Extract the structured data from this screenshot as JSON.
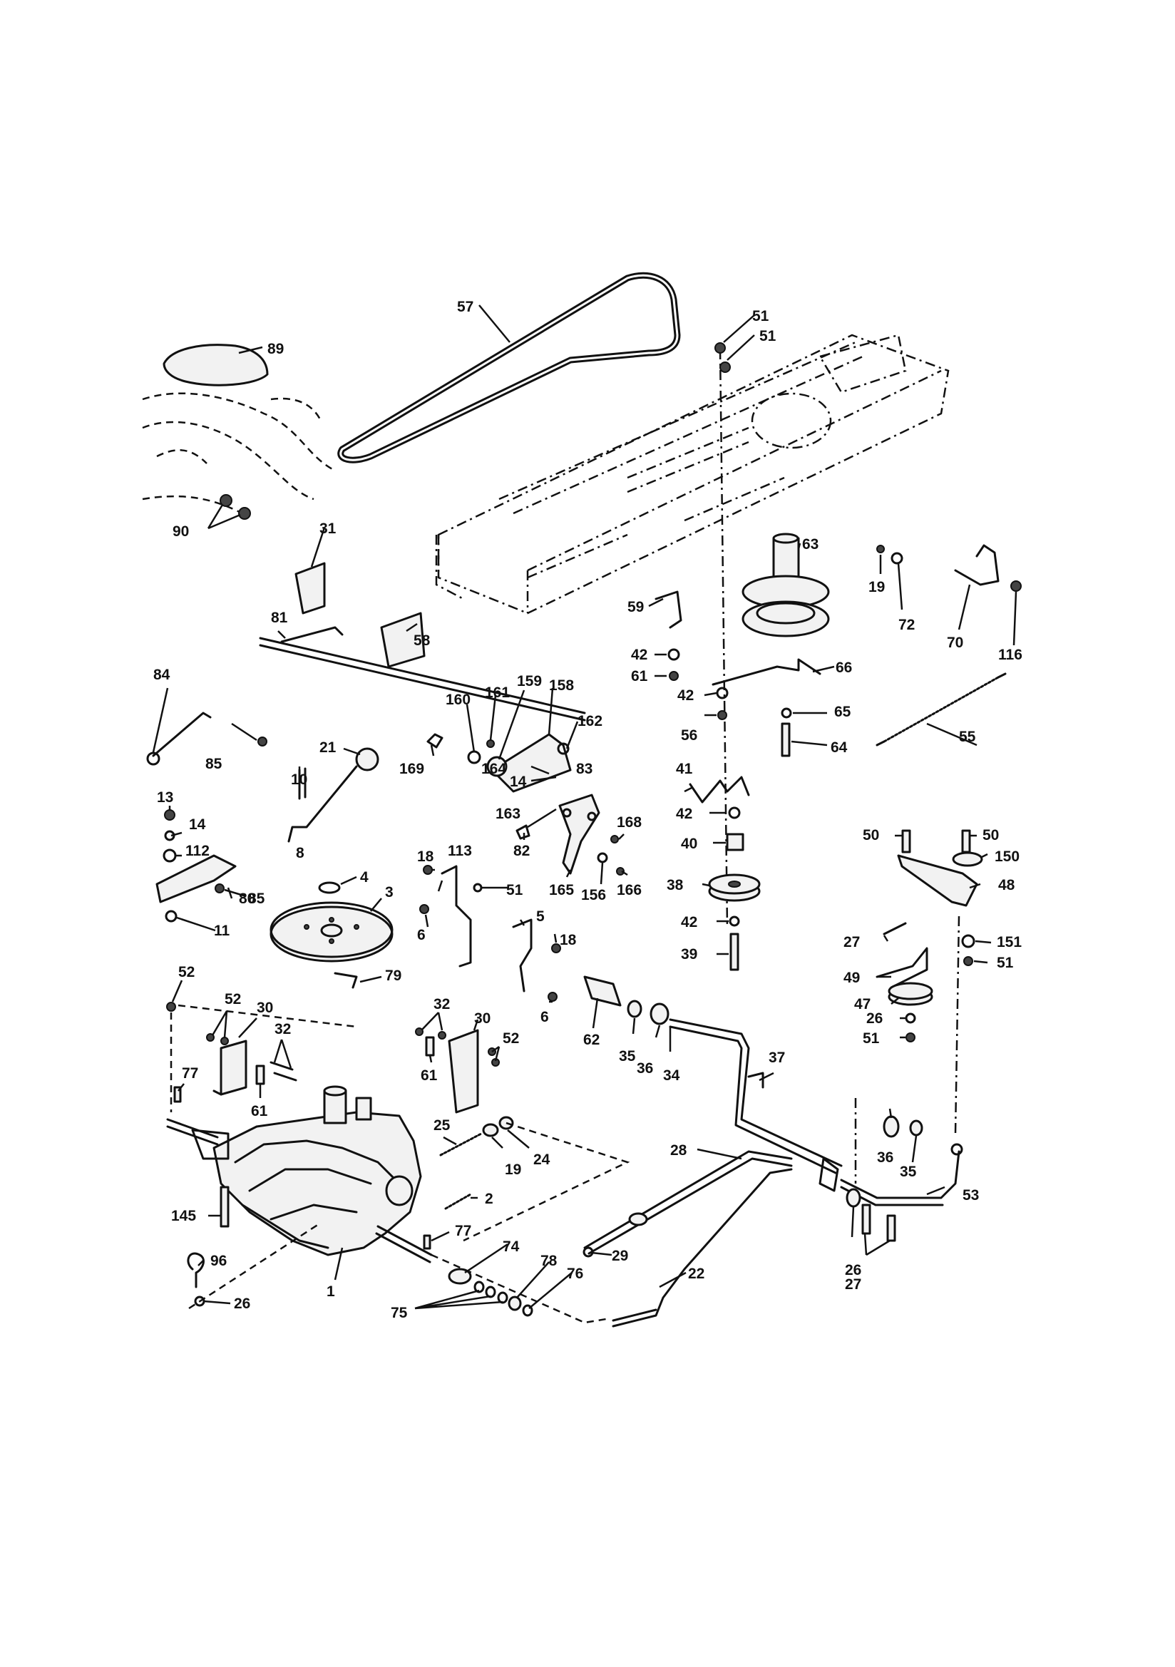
{
  "diagram": {
    "labels": [
      {
        "id": "57",
        "text": "57"
      },
      {
        "id": "89",
        "text": "89"
      },
      {
        "id": "51a",
        "text": "51"
      },
      {
        "id": "51b",
        "text": "51"
      },
      {
        "id": "90",
        "text": "90"
      },
      {
        "id": "31",
        "text": "31"
      },
      {
        "id": "63",
        "text": "63"
      },
      {
        "id": "19a",
        "text": "19"
      },
      {
        "id": "72",
        "text": "72"
      },
      {
        "id": "70",
        "text": "70"
      },
      {
        "id": "116",
        "text": "116"
      },
      {
        "id": "59",
        "text": "59"
      },
      {
        "id": "42a",
        "text": "42"
      },
      {
        "id": "61a",
        "text": "61"
      },
      {
        "id": "81",
        "text": "81"
      },
      {
        "id": "58",
        "text": "58"
      },
      {
        "id": "66",
        "text": "66"
      },
      {
        "id": "84",
        "text": "84"
      },
      {
        "id": "160",
        "text": "160"
      },
      {
        "id": "161",
        "text": "161"
      },
      {
        "id": "159",
        "text": "159"
      },
      {
        "id": "158",
        "text": "158"
      },
      {
        "id": "162",
        "text": "162"
      },
      {
        "id": "42b",
        "text": "42"
      },
      {
        "id": "65",
        "text": "65"
      },
      {
        "id": "55",
        "text": "55"
      },
      {
        "id": "56",
        "text": "56"
      },
      {
        "id": "64",
        "text": "64"
      },
      {
        "id": "85a",
        "text": "85"
      },
      {
        "id": "21",
        "text": "21"
      },
      {
        "id": "169",
        "text": "169"
      },
      {
        "id": "164",
        "text": "164"
      },
      {
        "id": "14a",
        "text": "14"
      },
      {
        "id": "83",
        "text": "83"
      },
      {
        "id": "41",
        "text": "41"
      },
      {
        "id": "10",
        "text": "10"
      },
      {
        "id": "13",
        "text": "13"
      },
      {
        "id": "163",
        "text": "163"
      },
      {
        "id": "168",
        "text": "168"
      },
      {
        "id": "14b",
        "text": "14"
      },
      {
        "id": "42c",
        "text": "42"
      },
      {
        "id": "50a",
        "text": "50"
      },
      {
        "id": "50b",
        "text": "50"
      },
      {
        "id": "112",
        "text": "112"
      },
      {
        "id": "8",
        "text": "8"
      },
      {
        "id": "18a",
        "text": "18"
      },
      {
        "id": "113",
        "text": "113"
      },
      {
        "id": "82",
        "text": "82"
      },
      {
        "id": "150",
        "text": "150"
      },
      {
        "id": "80",
        "text": "80"
      },
      {
        "id": "40",
        "text": "40"
      },
      {
        "id": "4",
        "text": "4"
      },
      {
        "id": "85b",
        "text": "85"
      },
      {
        "id": "165",
        "text": "165"
      },
      {
        "id": "166",
        "text": "166"
      },
      {
        "id": "156",
        "text": "156"
      },
      {
        "id": "38",
        "text": "38"
      },
      {
        "id": "48",
        "text": "48"
      },
      {
        "id": "51c",
        "text": "51"
      },
      {
        "id": "3",
        "text": "3"
      },
      {
        "id": "11",
        "text": "11"
      },
      {
        "id": "5",
        "text": "5"
      },
      {
        "id": "42d",
        "text": "42"
      },
      {
        "id": "6a",
        "text": "6"
      },
      {
        "id": "18b",
        "text": "18"
      },
      {
        "id": "27a",
        "text": "27"
      },
      {
        "id": "151",
        "text": "151"
      },
      {
        "id": "39",
        "text": "39"
      },
      {
        "id": "51d",
        "text": "51"
      },
      {
        "id": "79",
        "text": "79"
      },
      {
        "id": "49",
        "text": "49"
      },
      {
        "id": "52a",
        "text": "52"
      },
      {
        "id": "6b",
        "text": "6"
      },
      {
        "id": "47",
        "text": "47"
      },
      {
        "id": "52b",
        "text": "52"
      },
      {
        "id": "30a",
        "text": "30"
      },
      {
        "id": "32a",
        "text": "32"
      },
      {
        "id": "30b",
        "text": "30"
      },
      {
        "id": "26a",
        "text": "26"
      },
      {
        "id": "32b",
        "text": "32"
      },
      {
        "id": "62",
        "text": "62"
      },
      {
        "id": "52c",
        "text": "52"
      },
      {
        "id": "51e",
        "text": "51"
      },
      {
        "id": "35a",
        "text": "35"
      },
      {
        "id": "36a",
        "text": "36"
      },
      {
        "id": "37",
        "text": "37"
      },
      {
        "id": "77a",
        "text": "77"
      },
      {
        "id": "61b",
        "text": "61"
      },
      {
        "id": "61c",
        "text": "61"
      },
      {
        "id": "34",
        "text": "34"
      },
      {
        "id": "25",
        "text": "25"
      },
      {
        "id": "36b",
        "text": "36"
      },
      {
        "id": "35b",
        "text": "35"
      },
      {
        "id": "28",
        "text": "28"
      },
      {
        "id": "19b",
        "text": "19"
      },
      {
        "id": "24",
        "text": "24"
      },
      {
        "id": "53",
        "text": "53"
      },
      {
        "id": "2",
        "text": "2"
      },
      {
        "id": "145",
        "text": "145"
      },
      {
        "id": "77b",
        "text": "77"
      },
      {
        "id": "26b",
        "text": "26"
      },
      {
        "id": "74",
        "text": "74"
      },
      {
        "id": "29",
        "text": "29"
      },
      {
        "id": "96",
        "text": "96"
      },
      {
        "id": "27b",
        "text": "27"
      },
      {
        "id": "78",
        "text": "78"
      },
      {
        "id": "76",
        "text": "76"
      },
      {
        "id": "22",
        "text": "22"
      },
      {
        "id": "1",
        "text": "1"
      },
      {
        "id": "26c",
        "text": "26"
      },
      {
        "id": "75",
        "text": "75"
      }
    ]
  }
}
